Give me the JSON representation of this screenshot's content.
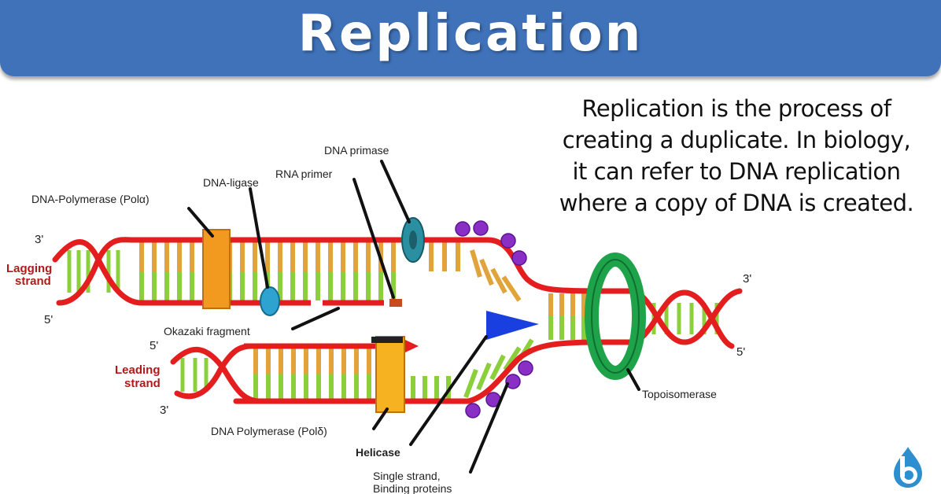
{
  "title": "Replication",
  "definition": {
    "lines": [
      "Replication is the process of",
      "creating a duplicate. In biology,",
      "it can refer to DNA replication",
      "where a copy of DNA is created."
    ]
  },
  "labels": {
    "dna_primase": "DNA primase",
    "rna_primer": "RNA primer",
    "dna_ligase": "DNA-ligase",
    "dna_polymerase_alpha": "DNA-Polymerase (Polα)",
    "okazaki_fragment": "Okazaki fragment",
    "dna_polymerase_delta": "DNA Polymerase (Polδ)",
    "helicase": "Helicase",
    "ssb_line1": "Single strand,",
    "ssb_line2": "Binding proteins",
    "topoisomerase": "Topoisomerase"
  },
  "strands": {
    "lagging_line1": "Lagging",
    "lagging_line2": "strand",
    "leading_line1": "Leading",
    "leading_line2": "strand"
  },
  "ends": {
    "lag_top": "3'",
    "lag_bottom": "5'",
    "lead_top": "5'",
    "lead_bottom": "3'",
    "right_top": "3'",
    "right_bottom": "5'"
  },
  "colors": {
    "banner": "#3f72b9",
    "backbone": "#e41e1e",
    "base_orange": "#e0a43a",
    "base_green": "#8ccf3c",
    "polymerase": "#f29a1f",
    "primase": "#2a8fa0",
    "helicase": "#1a3fe0",
    "ssb": "#8a2fc6",
    "topoisomerase": "#1ea34a"
  },
  "icons": {
    "logo": "biology-dictionary-logo-icon"
  }
}
